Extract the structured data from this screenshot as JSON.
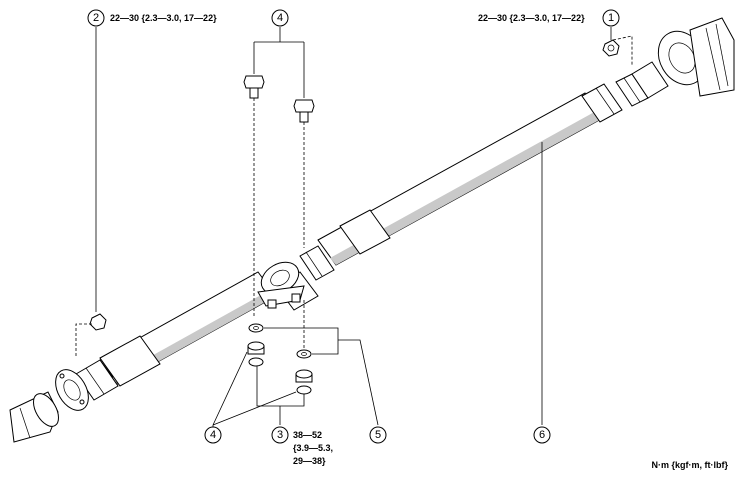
{
  "callouts": [
    {
      "num": "1"
    },
    {
      "num": "2"
    },
    {
      "num": "3"
    },
    {
      "num": "4"
    },
    {
      "num": "4"
    },
    {
      "num": "5"
    },
    {
      "num": "6"
    }
  ],
  "torque": {
    "bolt_2": "22—30 {2.3—3.0, 17—22}",
    "bolt_1": "22—30 {2.3—3.0, 17—22}",
    "bolt_3_line1": "38—52",
    "bolt_3_line2": "{3.9—5.3,",
    "bolt_3_line3": "29—38}"
  },
  "units": "N·m {kgf·m, ft·lbf}"
}
